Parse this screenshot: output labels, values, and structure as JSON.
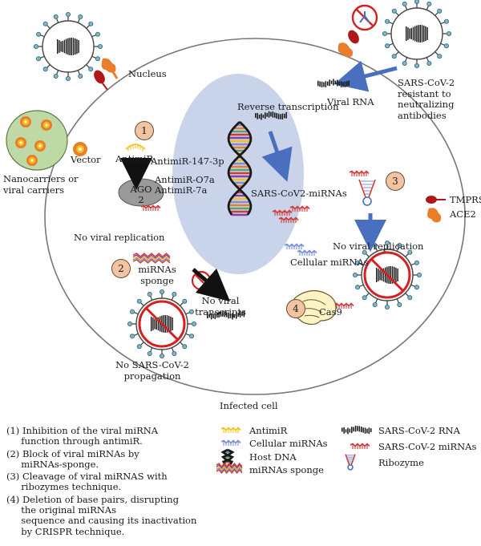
{
  "labels": {
    "nucleus": "Nucleus",
    "viral_rna": "Viral RNA",
    "sarscov2_resistant": [
      "SARS-CoV-2",
      "resistant to",
      "neutralizing",
      "antibodies"
    ],
    "reverse_transcription": "Reverse transcription",
    "nanocarriers": [
      "Nanocarriers or",
      "viral carriers"
    ],
    "vector": "Vector",
    "antimir": "AntimiR",
    "antimir_147": "AntimiR-147-3p",
    "antimir_o7a": "AntimiR-O7a",
    "antimir_7a": "AntimiR-7a",
    "ago2": [
      "AGO",
      "2"
    ],
    "sarscov2_mirnas": "SARS-CoV2-miRNAs",
    "tmprss2": "TMPRSS2",
    "ace2": "ACE2",
    "no_viral_replication_1": "No viral replication",
    "no_viral_replication_2": "No viral replication",
    "mirnas_sponge": [
      "miRNAs",
      "sponge"
    ],
    "cellular_mirnas": "Cellular miRNAs",
    "no_viral_transcripts": [
      "No viral",
      "transcripts"
    ],
    "cas9": "Cas9",
    "no_propagation": [
      "No SARS-CoV-2",
      "propagation"
    ],
    "infected_cell": "Infected cell"
  },
  "step_numbers": [
    "1",
    "2",
    "3",
    "4"
  ],
  "legend_steps": [
    "(1) Inhibition of the viral miRNA\n     function through antimiR.",
    "(2) Block of viral miRNAs by\n     miRNAs-sponge.",
    "(3) Cleavage of viral miRNAS with\n     ribozymes technique.",
    "(4) Deletion of base pairs, disrupting\n     the original miRNAs\n     sequence and causing its inactivation\n     by CRISPR technique."
  ],
  "legend_keys": {
    "antimir": "AntimiR",
    "cellular_mirnas": "Cellular miRNAs",
    "host_dna": "Host DNA",
    "mirnas_sponge": "miRNAs sponge",
    "sarscov2_rna": "SARS-CoV-2 RNA",
    "sarscov2_mirnas": "SARS-CoV-2 miRNAs",
    "ribozyme": "Ribozyme"
  },
  "colors": {
    "nucleus_fill": "#c9d3ea",
    "step_badge": "#f2c4a1",
    "arrow_blue": "#4a6fbf",
    "antimir_yellow": "#f3c21a",
    "cellular_mirna_blue": "#7a8fd6",
    "viral_mirna_red": "#d03a3a",
    "sponge_purple": "#8a3fa6",
    "receptor_orange": "#e87d2a",
    "tmprss2_red": "#b01818",
    "inhibit_red": "#d42020",
    "nanocarrier_green": "#bfd9a6"
  },
  "icons": [
    "virus-icon",
    "ago2-icon",
    "cas9-icon",
    "ribozyme-icon",
    "dna-helix-icon",
    "prohibition-icon"
  ]
}
